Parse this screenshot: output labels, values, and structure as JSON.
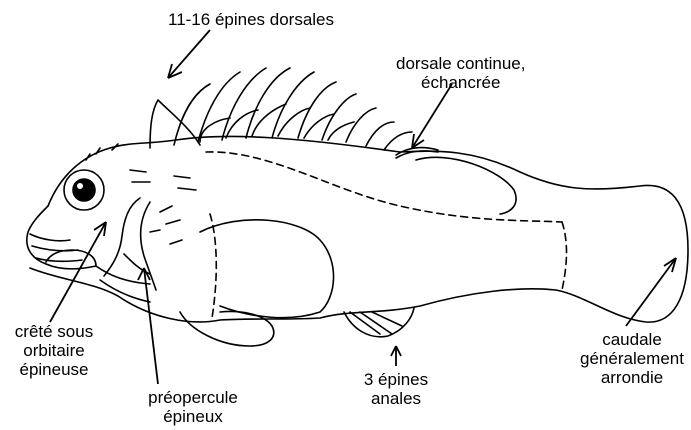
{
  "labels": {
    "dorsal_spines": "11-16 épines dorsales",
    "dorsal_fin": [
      "dorsale continue,",
      "échancrée"
    ],
    "suborbital": [
      "crêté sous",
      "orbitaire",
      "épineuse"
    ],
    "preopercle": [
      "préopercule",
      "épineux"
    ],
    "anal_spines": [
      "3 épines",
      "anales"
    ],
    "caudal": [
      "caudale",
      "généralement",
      "arrondie"
    ]
  },
  "colors": {
    "line": "#000000",
    "background": "#ffffff"
  }
}
